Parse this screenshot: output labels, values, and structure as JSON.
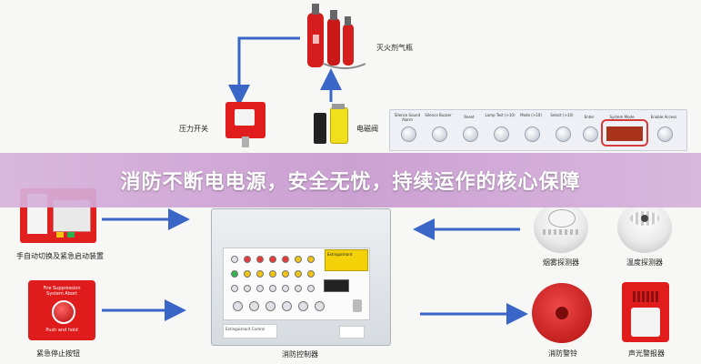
{
  "banner": {
    "text": "消防不断电电源，安全无忧，持续运作的核心保障"
  },
  "components": {
    "extinguisher": "灭火剂气瓶",
    "pressure_switch": "压力开关",
    "solenoid_valve": "电磁阀",
    "manual_auto_switch": "手自动切换及紧急启动装置",
    "emergency_stop": "紧急停止按钮",
    "controller": "消防控制器",
    "smoke_detector": "烟雾探测器",
    "heat_detector": "温度探测器",
    "fire_bell": "消防警铃",
    "sounder_strobe": "声光警报器"
  },
  "control_panel": {
    "buttons": [
      {
        "label": "Silence Sound Alarm"
      },
      {
        "label": "Silence Buzzer"
      },
      {
        "label": "Reset"
      },
      {
        "label": "Lamp Test (>10)"
      },
      {
        "label": "Mode (>10)"
      },
      {
        "label": "Select (>10)"
      },
      {
        "label": "Enter"
      },
      {
        "label": "System Mode"
      },
      {
        "label": "Enable Access"
      }
    ]
  },
  "devices_text": {
    "emergency_stop_lines": [
      "Fire Suppression",
      "System Abort",
      "Push and hold"
    ],
    "controller_tag": "Extinguishant",
    "controller_brand": "Extinguishant Control"
  },
  "colors": {
    "arrow": "#3a66c7",
    "banner": "#c89ad0",
    "device_red": "#e11c1c",
    "panel_yellow": "#f4d20a"
  }
}
